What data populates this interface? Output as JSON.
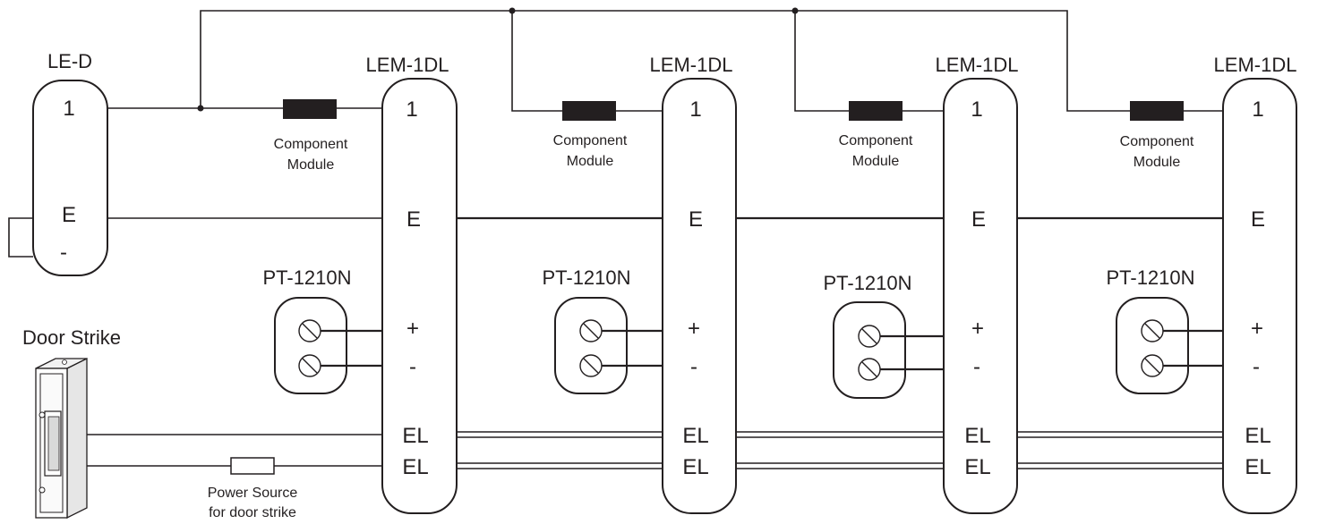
{
  "le_d": {
    "label": "LE-D",
    "terminals": [
      "1",
      "E",
      "-"
    ]
  },
  "lem_units": [
    {
      "label": "LEM-1DL",
      "terminals": [
        "1",
        "E",
        "+",
        "-",
        "EL",
        "EL"
      ]
    },
    {
      "label": "LEM-1DL",
      "terminals": [
        "1",
        "E",
        "+",
        "-",
        "EL",
        "EL"
      ]
    },
    {
      "label": "LEM-1DL",
      "terminals": [
        "1",
        "E",
        "+",
        "-",
        "EL",
        "EL"
      ]
    },
    {
      "label": "LEM-1DL",
      "terminals": [
        "1",
        "E",
        "+",
        "-",
        "EL",
        "EL"
      ]
    }
  ],
  "component_modules": [
    {
      "line1": "Component",
      "line2": "Module"
    },
    {
      "line1": "Component",
      "line2": "Module"
    },
    {
      "line1": "Component",
      "line2": "Module"
    },
    {
      "line1": "Component",
      "line2": "Module"
    }
  ],
  "power_supplies": [
    {
      "label": "PT-1210N"
    },
    {
      "label": "PT-1210N"
    },
    {
      "label": "PT-1210N"
    },
    {
      "label": "PT-1210N"
    }
  ],
  "door_strike": {
    "label": "Door Strike"
  },
  "power_source": {
    "line1": "Power Source",
    "line2": "for door strike"
  },
  "colors": {
    "line": "#231f20",
    "module_fill": "#231f20",
    "background": "#ffffff"
  }
}
